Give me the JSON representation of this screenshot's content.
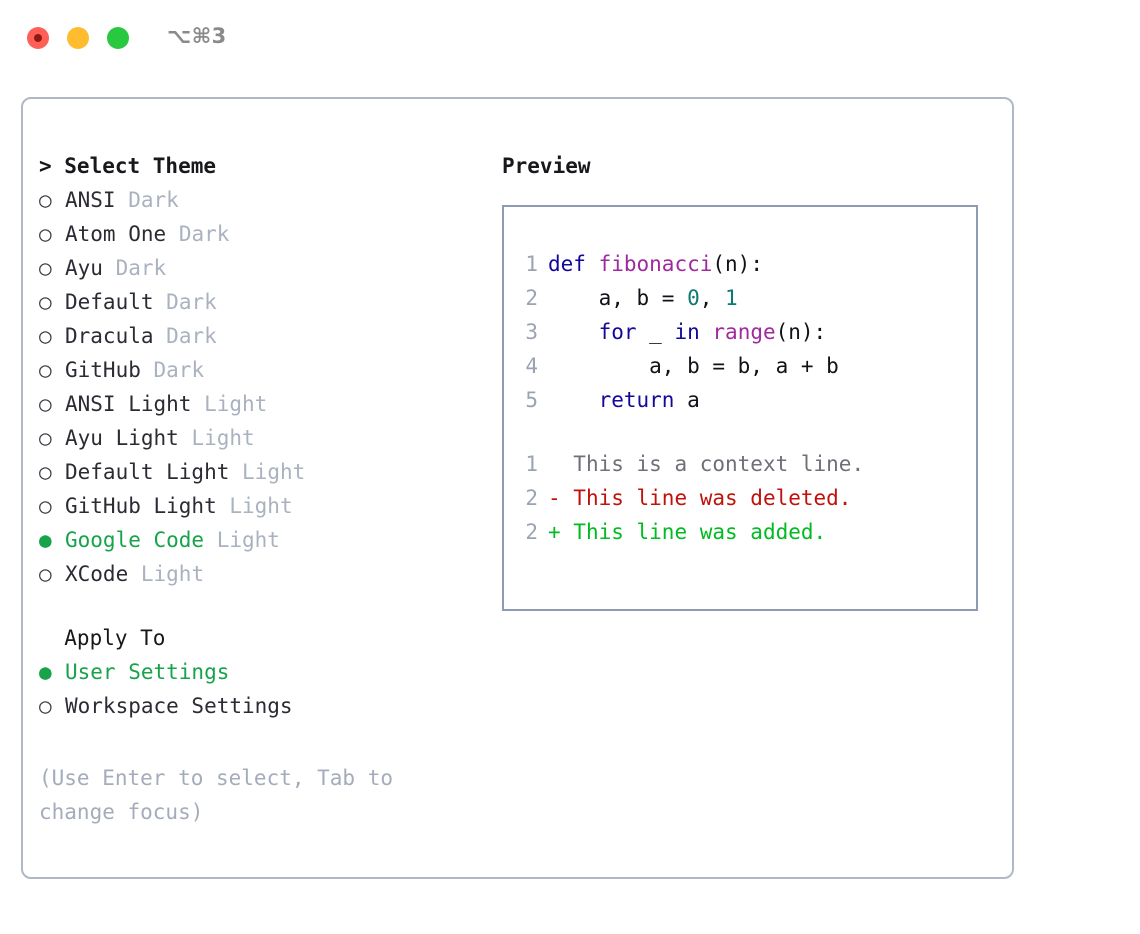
{
  "titlebar": {
    "shortcut": "⌥⌘3",
    "buttons": {
      "close": "close-window",
      "minimize": "minimize-window",
      "maximize": "maximize-window"
    }
  },
  "theme_selector": {
    "header": "> Select Theme",
    "focused": true,
    "bullet_on": "●",
    "bullet_off": "○",
    "options": [
      {
        "name": "ANSI",
        "tag": "Dark",
        "selected": false
      },
      {
        "name": "Atom One",
        "tag": "Dark",
        "selected": false
      },
      {
        "name": "Ayu",
        "tag": "Dark",
        "selected": false
      },
      {
        "name": "Default",
        "tag": "Dark",
        "selected": false
      },
      {
        "name": "Dracula",
        "tag": "Dark",
        "selected": false
      },
      {
        "name": "GitHub",
        "tag": "Dark",
        "selected": false
      },
      {
        "name": "ANSI Light",
        "tag": "Light",
        "selected": false
      },
      {
        "name": "Ayu Light",
        "tag": "Light",
        "selected": false
      },
      {
        "name": "Default Light",
        "tag": "Light",
        "selected": false
      },
      {
        "name": "GitHub Light",
        "tag": "Light",
        "selected": false
      },
      {
        "name": "Google Code",
        "tag": "Light",
        "selected": true
      },
      {
        "name": "XCode",
        "tag": "Light",
        "selected": false
      }
    ]
  },
  "apply_to": {
    "header": "  Apply To",
    "focused": false,
    "options": [
      {
        "name": "User Settings",
        "selected": true
      },
      {
        "name": "Workspace Settings",
        "selected": false
      }
    ]
  },
  "hint": "(Use Enter to select, Tab to change focus)",
  "preview": {
    "title": "Preview",
    "code_lines": [
      {
        "num": "1",
        "tokens": [
          {
            "t": "def",
            "c": "kw"
          },
          {
            "t": " ",
            "c": "plain"
          },
          {
            "t": "fibonacci",
            "c": "fn"
          },
          {
            "t": "(n):",
            "c": "plain"
          }
        ]
      },
      {
        "num": "2",
        "tokens": [
          {
            "t": "    a, b = ",
            "c": "plain"
          },
          {
            "t": "0",
            "c": "num"
          },
          {
            "t": ", ",
            "c": "plain"
          },
          {
            "t": "1",
            "c": "num"
          }
        ]
      },
      {
        "num": "3",
        "tokens": [
          {
            "t": "    ",
            "c": "plain"
          },
          {
            "t": "for",
            "c": "kw"
          },
          {
            "t": " _ ",
            "c": "plain"
          },
          {
            "t": "in",
            "c": "kw"
          },
          {
            "t": " ",
            "c": "plain"
          },
          {
            "t": "range",
            "c": "fn"
          },
          {
            "t": "(n):",
            "c": "plain"
          }
        ]
      },
      {
        "num": "4",
        "tokens": [
          {
            "t": "        a, b = b, a + b",
            "c": "plain"
          }
        ]
      },
      {
        "num": "5",
        "tokens": [
          {
            "t": "    ",
            "c": "plain"
          },
          {
            "t": "return",
            "c": "kw"
          },
          {
            "t": " a",
            "c": "plain"
          }
        ]
      }
    ],
    "diff_lines": [
      {
        "num": "1",
        "marker": "  ",
        "text": "This is a context line.",
        "kind": "ctx"
      },
      {
        "num": "2",
        "marker": "- ",
        "text": "This line was deleted.",
        "kind": "del"
      },
      {
        "num": "2",
        "marker": "+ ",
        "text": "This line was added.",
        "kind": "add"
      }
    ]
  },
  "colors": {
    "accent_green": "#16a34a",
    "added_green": "#00bb22",
    "deleted_red": "#c0120b",
    "keyword_blue": "#120899",
    "function_purple": "#a0299e",
    "number_teal": "#0b7a72",
    "muted_gray": "#aab2c0",
    "panel_border": "#b0b8c6",
    "preview_border": "#8e9bb3"
  }
}
